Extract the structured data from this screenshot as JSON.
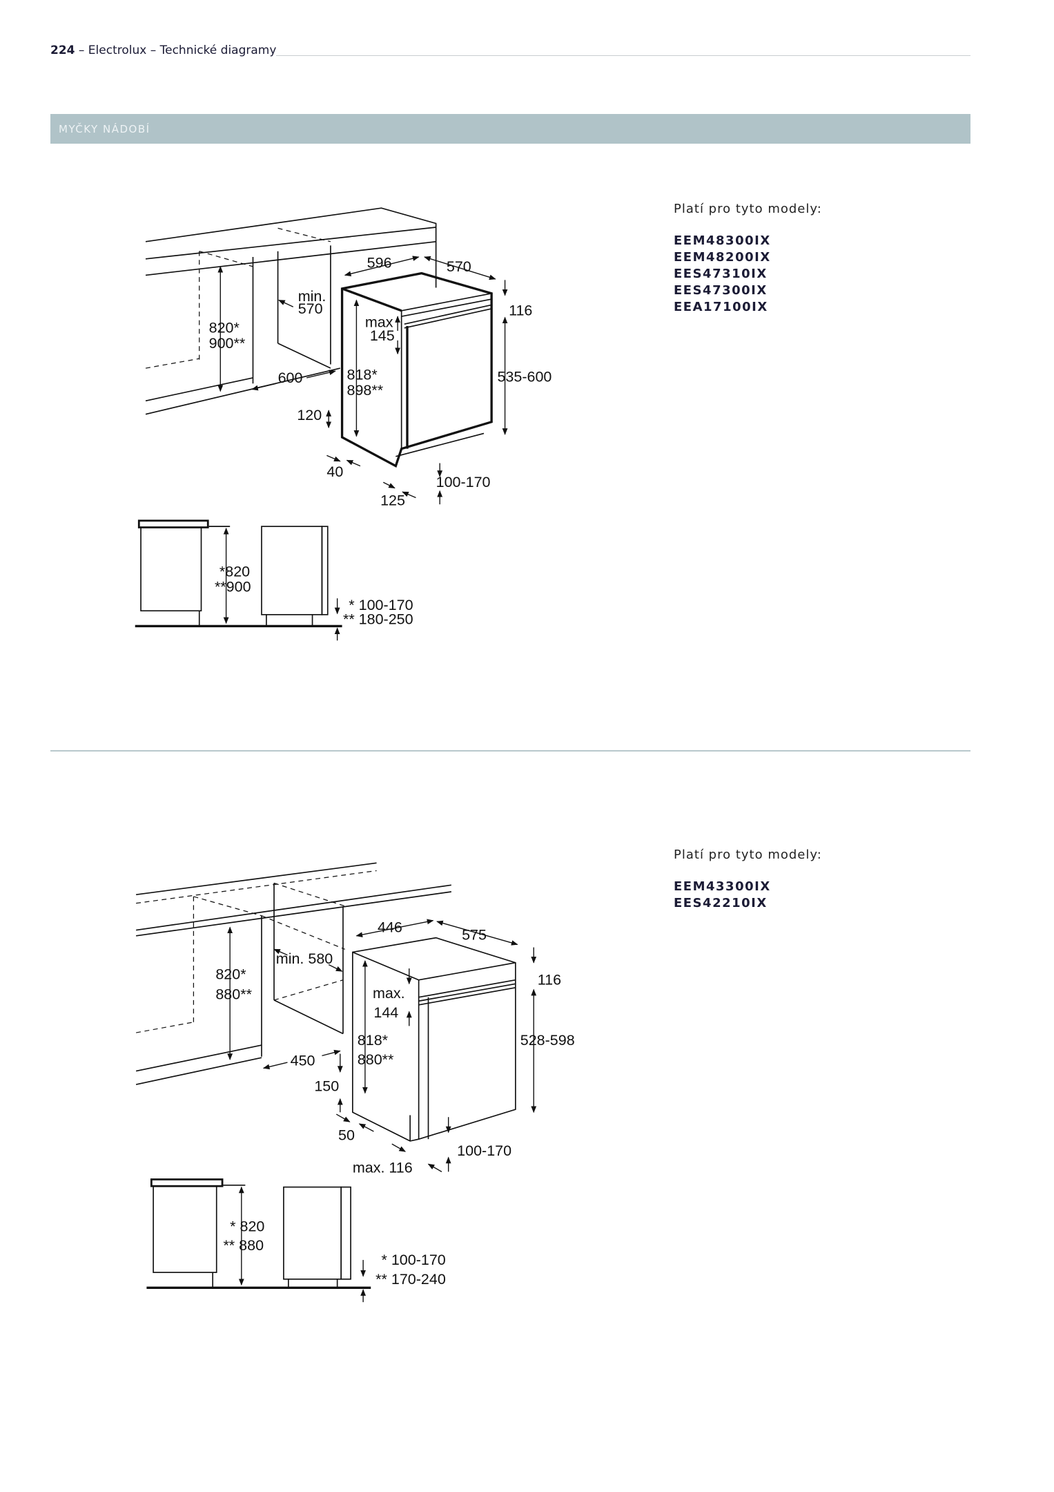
{
  "header": {
    "page_number": "224",
    "title": " – Electrolux – Technické diagramy"
  },
  "section": {
    "title": "MYČKY NÁDOBÍ"
  },
  "blocks": [
    {
      "lead": "Platí pro tyto modely:",
      "models": [
        "EEM48300IX",
        "EEM48200IX",
        "EES47310IX",
        "EES47300IX",
        "EEA17100IX"
      ],
      "dims": {
        "width": "596",
        "depth": "570",
        "top": "116",
        "door": "535-600",
        "niche_min": "min.",
        "niche_min_val": "570",
        "max": "max",
        "max_val": "145",
        "niche_h1": "820*",
        "niche_h2": "900**",
        "niche_w": "600",
        "unit_h1": "818*",
        "unit_h2": "898**",
        "plinth_h": "120",
        "plinth_d": "40",
        "gap": "100-170",
        "recess": "125",
        "side_h1": "*820",
        "side_h2": "**900",
        "side_g1": "* 100-170",
        "side_g2": "** 180-250"
      }
    },
    {
      "lead": "Platí pro tyto modely:",
      "models": [
        "EEM43300IX",
        "EES42210IX"
      ],
      "dims": {
        "width": "446",
        "depth": "575",
        "niche_min": "min. 580",
        "top": "116",
        "max": "max.",
        "max_val": "144",
        "door": "528-598",
        "niche_h1": "820*",
        "niche_h2": "880**",
        "unit_h1": "818*",
        "unit_h2": "880**",
        "niche_w": "450",
        "plinth_h": "150",
        "plinth_d": "50",
        "gap": "100-170",
        "recess": "max. 116",
        "side_h1": "* 820",
        "side_h2": "** 880",
        "side_g1": "* 100-170",
        "side_g2": "** 170-240"
      }
    }
  ]
}
